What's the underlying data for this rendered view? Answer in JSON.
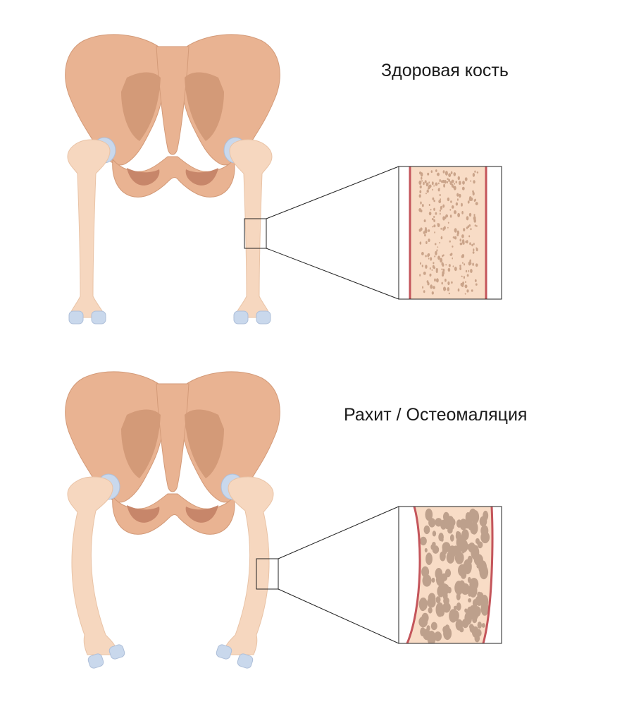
{
  "panels": {
    "healthy": {
      "label": "Здоровая кость"
    },
    "rickets": {
      "label": "Рахит / Остеомаляция"
    }
  },
  "colors": {
    "pelvis": "#e9b392",
    "pelvis_shadow": "#d39a78",
    "pelvis_inner": "#c7866a",
    "femur": "#f6d7bf",
    "femur_light": "#fbe7d7",
    "cartilage": "#c9d8ec",
    "cortex": "#c4555b",
    "marrow": "#f8dcc6",
    "pore": "#caa48a",
    "pore_large": "#bda08c"
  },
  "bone_density": {
    "healthy": {
      "pores": "small",
      "density": "dense"
    },
    "rickets": {
      "pores": "large",
      "density": "sparse"
    }
  }
}
